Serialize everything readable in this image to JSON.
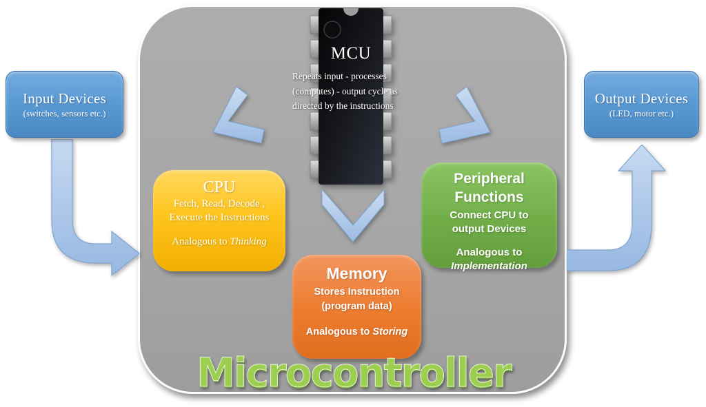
{
  "logo": {
    "text": "Microcontroller"
  },
  "input_box": {
    "title": "Input Devices",
    "subtitle": "(switches, sensors etc.)"
  },
  "output_box": {
    "title": "Output Devices",
    "subtitle": "(LED, motor etc.)"
  },
  "mcu": {
    "label": "MCU",
    "description": "Repeats input - processes (computes) - output cycle as directed by the instructions"
  },
  "cpu": {
    "title": "CPU",
    "body_line1": "Fetch, Read, Decode ,",
    "body_line2": "Execute the Instructions",
    "analogy_prefix": "Analogous to ",
    "analogy_word": "Thinking"
  },
  "memory": {
    "title": "Memory",
    "body_line1": "Stores Instruction",
    "body_line2": "(program data)",
    "analogy_prefix": "Analogous to ",
    "analogy_word": "Storing"
  },
  "peripheral": {
    "title": "Peripheral Functions",
    "body": "Connect CPU to output Devices",
    "analogy_prefix": "Analogous to",
    "analogy_word": "Implementation"
  },
  "colors": {
    "device_blue": "#5B9BD5",
    "cpu_gold": "#FEC41D",
    "memory_orange": "#ED7D31",
    "peripheral_green": "#70AD47",
    "arrow_blue": "#AFC9EA",
    "panel_gray": "#A7A7A7",
    "logo_green": "#9CCE50"
  }
}
